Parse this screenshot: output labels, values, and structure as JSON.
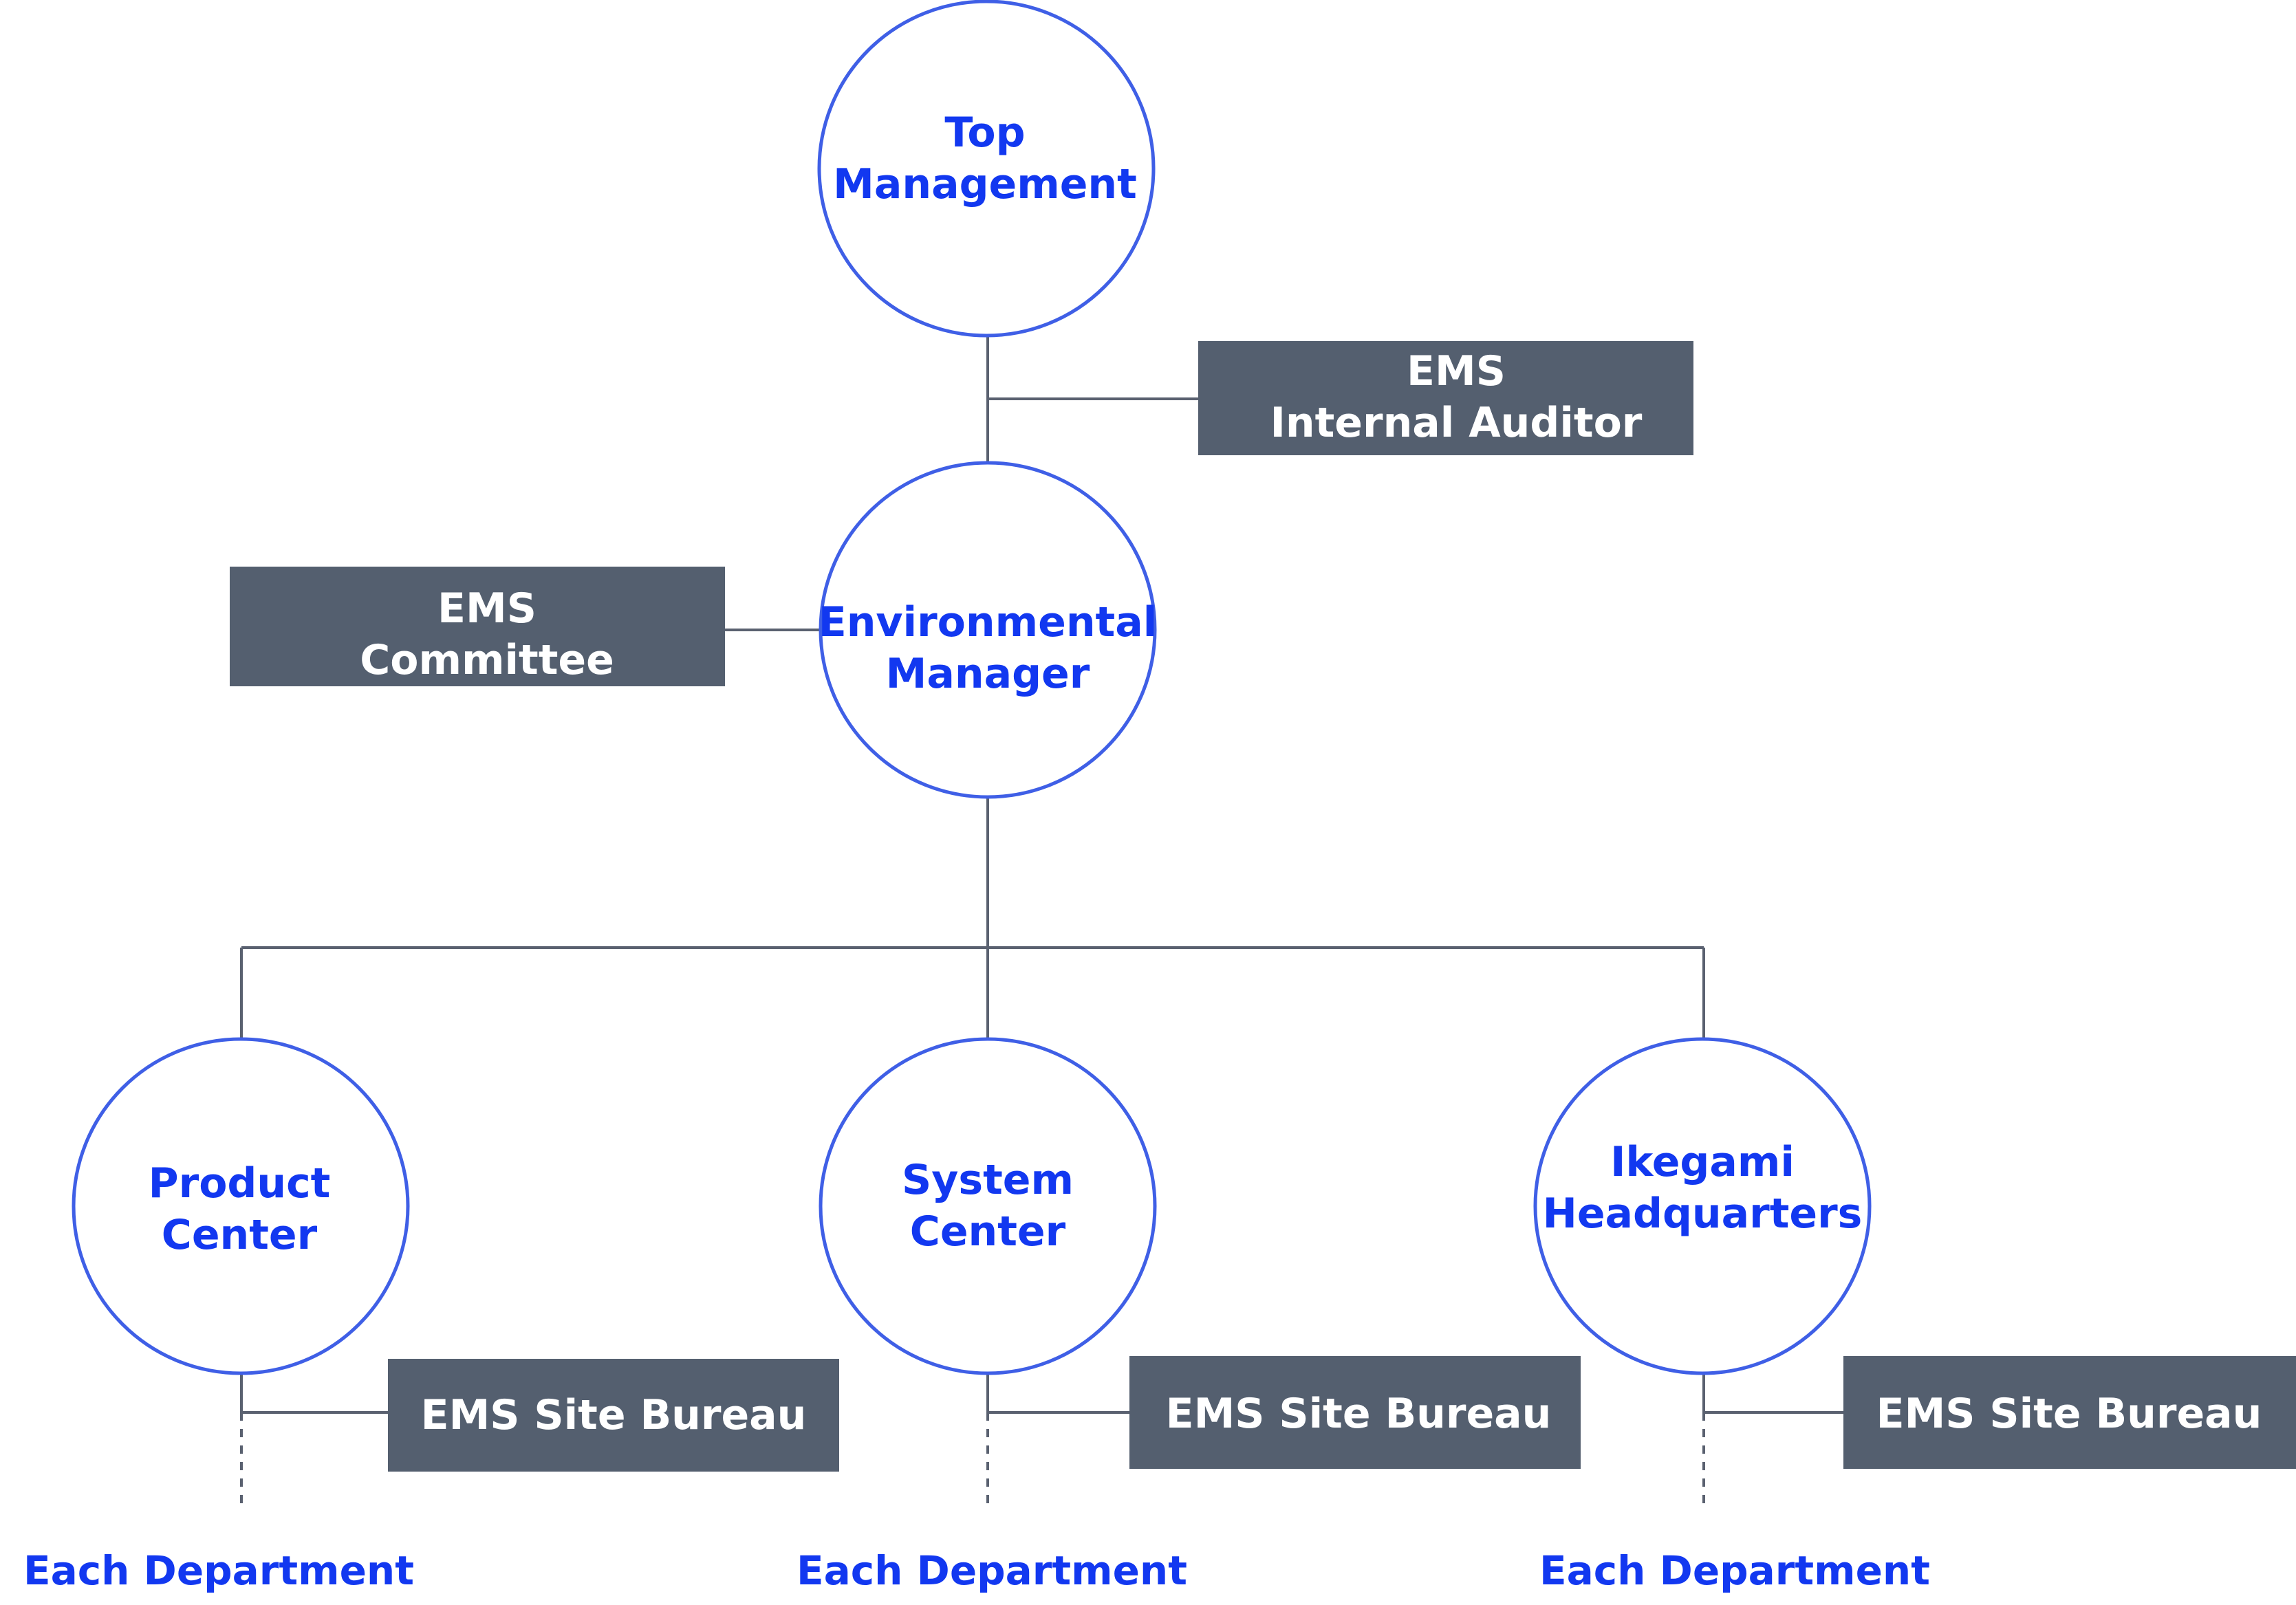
{
  "nodes": {
    "top_management": {
      "line1": "Top",
      "line2": "Management"
    },
    "environmental_manager": {
      "line1": "Environmental",
      "line2": "Manager"
    },
    "product_center": {
      "line1": "Product",
      "line2": "Center"
    },
    "system_center": {
      "line1": "System",
      "line2": "Center"
    },
    "ikegami_headquarters": {
      "line1": "Ikegami",
      "line2": "Headquarters"
    }
  },
  "boxes": {
    "ems_internal_auditor": {
      "line1": "EMS",
      "line2": "Internal Auditor"
    },
    "ems_committee": {
      "line1": "EMS",
      "line2": "Committee"
    },
    "ems_site_bureau_product": {
      "label": "EMS Site Bureau"
    },
    "ems_site_bureau_system": {
      "label": "EMS Site Bureau"
    },
    "ems_site_bureau_ikegami": {
      "label": "EMS Site Bureau"
    }
  },
  "departments": {
    "product": "Each Department",
    "system": "Each Department",
    "ikegami": "Each Department"
  },
  "colors": {
    "node_text": "#1238f0",
    "node_border": "#3f5fe6",
    "box_fill": "#545f6f",
    "box_text": "#ffffff",
    "connector": "#5a6170"
  }
}
